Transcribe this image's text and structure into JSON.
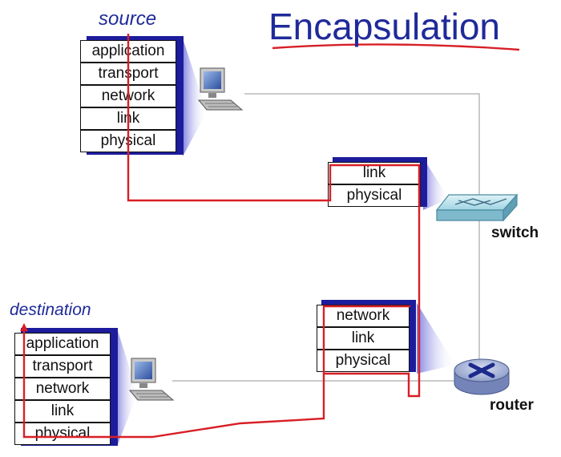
{
  "title": "Encapsulation",
  "source": {
    "label": "source",
    "layers": [
      "application",
      "transport",
      "network",
      "link",
      "physical"
    ]
  },
  "destination": {
    "label": "destination",
    "layers": [
      "application",
      "transport",
      "network",
      "link",
      "physical"
    ]
  },
  "switch": {
    "label": "switch",
    "layers": [
      "link",
      "physical"
    ]
  },
  "router": {
    "label": "router",
    "layers": [
      "network",
      "link",
      "physical"
    ]
  },
  "colors": {
    "title": "#1f2a9a",
    "path": "#d81f26",
    "stack_shadow": "#1c1c9c",
    "link_line": "#b0b0b0"
  },
  "icons": [
    "computer-icon",
    "switch-icon",
    "router-icon"
  ]
}
